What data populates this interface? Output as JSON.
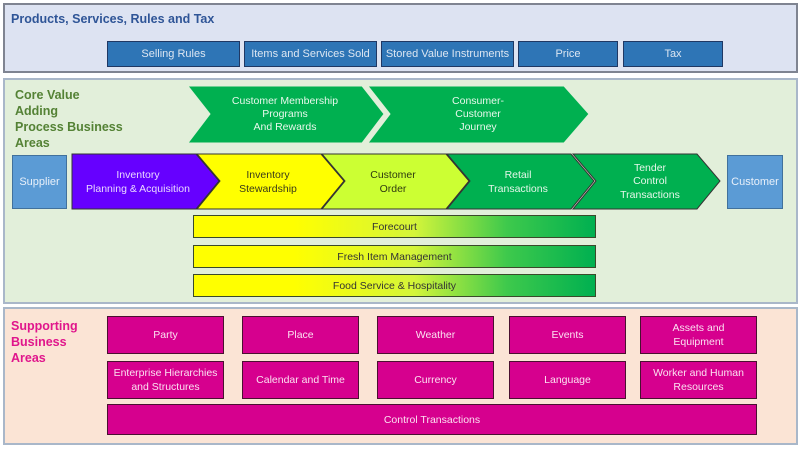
{
  "products": {
    "title": "Products, Services, Rules and Tax",
    "buttons": [
      {
        "label": "Selling Rules"
      },
      {
        "label": "Items and Services Sold"
      },
      {
        "label": "Stored Value Instruments"
      },
      {
        "label": "Price"
      },
      {
        "label": "Tax"
      }
    ]
  },
  "core": {
    "title": "Core Value\nAdding\nProcess Business\n Areas",
    "top_chevrons": [
      {
        "lines": [
          "Customer Membership",
          "Programs",
          "And Rewards"
        ]
      },
      {
        "lines": [
          "Consumer-",
          "Customer",
          "Journey"
        ]
      }
    ],
    "supplier": "Supplier",
    "customer": "Customer",
    "process_chevrons": [
      {
        "lines": [
          "Inventory",
          "Planning & Acquisition"
        ],
        "color": "#6600ff",
        "text_color": "#ead9ff"
      },
      {
        "lines": [
          "Inventory",
          "Stewardship"
        ],
        "color": "#ffff00",
        "text_color": "#3a3a1a"
      },
      {
        "lines": [
          "Customer",
          "Order"
        ],
        "color": "#ccff33",
        "text_color": "#2f3a10"
      },
      {
        "lines": [
          "Retail",
          "Transactions"
        ],
        "color": "#00b050",
        "text_color": "#e6f7ea"
      },
      {
        "lines": [
          "Tender",
          "Control",
          "Transactions"
        ],
        "color": "#00b050",
        "text_color": "#e6f7ea"
      }
    ],
    "bars": [
      {
        "label": "Forecourt"
      },
      {
        "label": "Fresh Item Management"
      },
      {
        "label": "Food Service & Hospitality"
      }
    ]
  },
  "support": {
    "title": "Supporting\nBusiness\nAreas",
    "row1": [
      {
        "label": "Party"
      },
      {
        "label": "Place"
      },
      {
        "label": "Weather"
      },
      {
        "label": "Events"
      },
      {
        "label": "Assets and\nEquipment"
      }
    ],
    "row2": [
      {
        "label": "Enterprise Hierarchies\nand Structures"
      },
      {
        "label": "Calendar and Time"
      },
      {
        "label": "Currency"
      },
      {
        "label": "Language"
      },
      {
        "label": "Worker and Human\nResources"
      }
    ],
    "control": "Control Transactions"
  },
  "colors": {
    "blue_button": "#2e75b6",
    "external_box": "#5b9bd5",
    "green_chevron": "#00b050",
    "magenta_box": "#d6008e",
    "products_bg": "#dde3f2",
    "core_bg": "#e2efda",
    "support_bg": "#fbe4d5"
  }
}
